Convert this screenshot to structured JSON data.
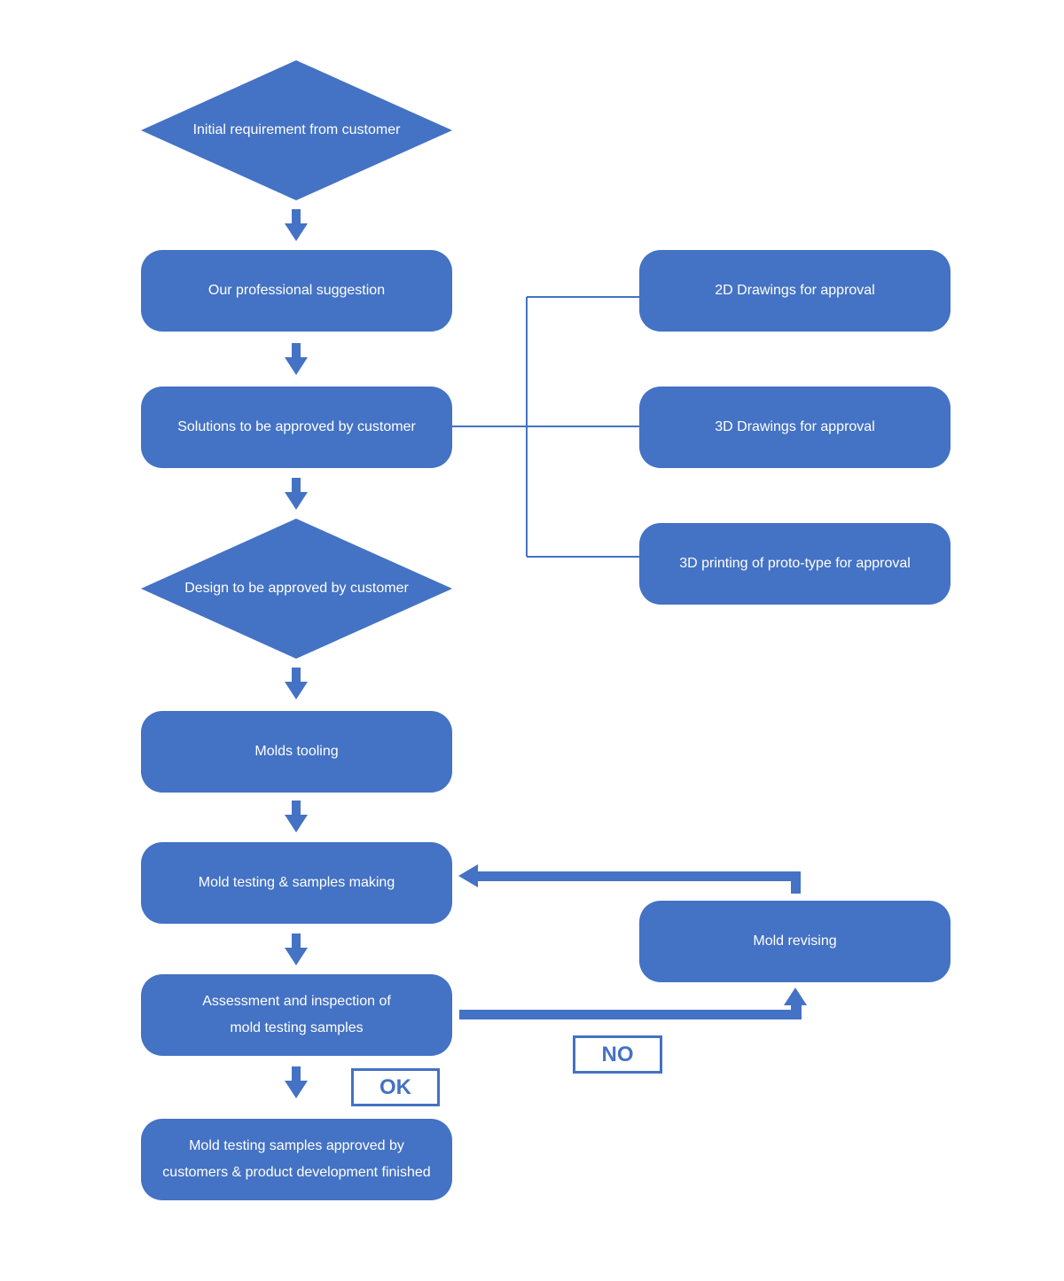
{
  "colors": {
    "node_fill": "#4472c4",
    "connector": "#4472c4",
    "text": "#ffffff",
    "background": "#ffffff"
  },
  "nodes": {
    "initial_requirement": "Initial requirement from customer",
    "professional_suggestion": "Our professional suggestion",
    "solutions_approval": "Solutions to be approved by customer",
    "design_approval": "Design to be approved by customer",
    "molds_tooling": "Molds tooling",
    "mold_testing": "Mold testing & samples making",
    "assessment_line1": "Assessment and inspection of",
    "assessment_line2": "mold testing samples",
    "final_line1": "Mold testing samples approved by",
    "final_line2": "customers & product development finished",
    "drawings_2d": "2D Drawings for approval",
    "drawings_3d": "3D Drawings for approval",
    "printing_3d": "3D printing of proto-type for approval",
    "mold_revising": "Mold revising"
  },
  "labels": {
    "ok": "OK",
    "no": "NO"
  }
}
